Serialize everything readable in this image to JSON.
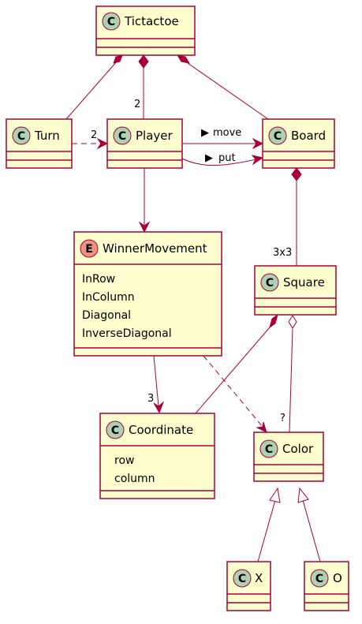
{
  "classes": {
    "tictactoe": {
      "name": "Tictactoe",
      "stereotype": "C"
    },
    "turn": {
      "name": "Turn",
      "stereotype": "C"
    },
    "player": {
      "name": "Player",
      "stereotype": "C"
    },
    "board": {
      "name": "Board",
      "stereotype": "C"
    },
    "winner_movement": {
      "name": "WinnerMovement",
      "stereotype": "E",
      "values": [
        "InRow",
        "InColumn",
        "Diagonal",
        "InverseDiagonal"
      ]
    },
    "square": {
      "name": "Square",
      "stereotype": "C"
    },
    "coordinate": {
      "name": "Coordinate",
      "stereotype": "C",
      "attributes": [
        "row",
        "column"
      ]
    },
    "color": {
      "name": "Color",
      "stereotype": "C"
    },
    "x": {
      "name": "X",
      "stereotype": "C"
    },
    "o": {
      "name": "O",
      "stereotype": "C"
    }
  },
  "relations": {
    "tictactoe_player_mult": "2",
    "turn_player_mult": "2",
    "player_board_move": "move",
    "player_board_put": "put",
    "direction_marker": "▶",
    "board_square_mult": "3x3",
    "winner_coordinate_mult": "3",
    "square_color_mult": "?"
  },
  "colors": {
    "class_fill": "#FEFECE",
    "border": "#A80036",
    "class_icon": "#ADD1B2",
    "enum_icon": "#EB937F"
  }
}
